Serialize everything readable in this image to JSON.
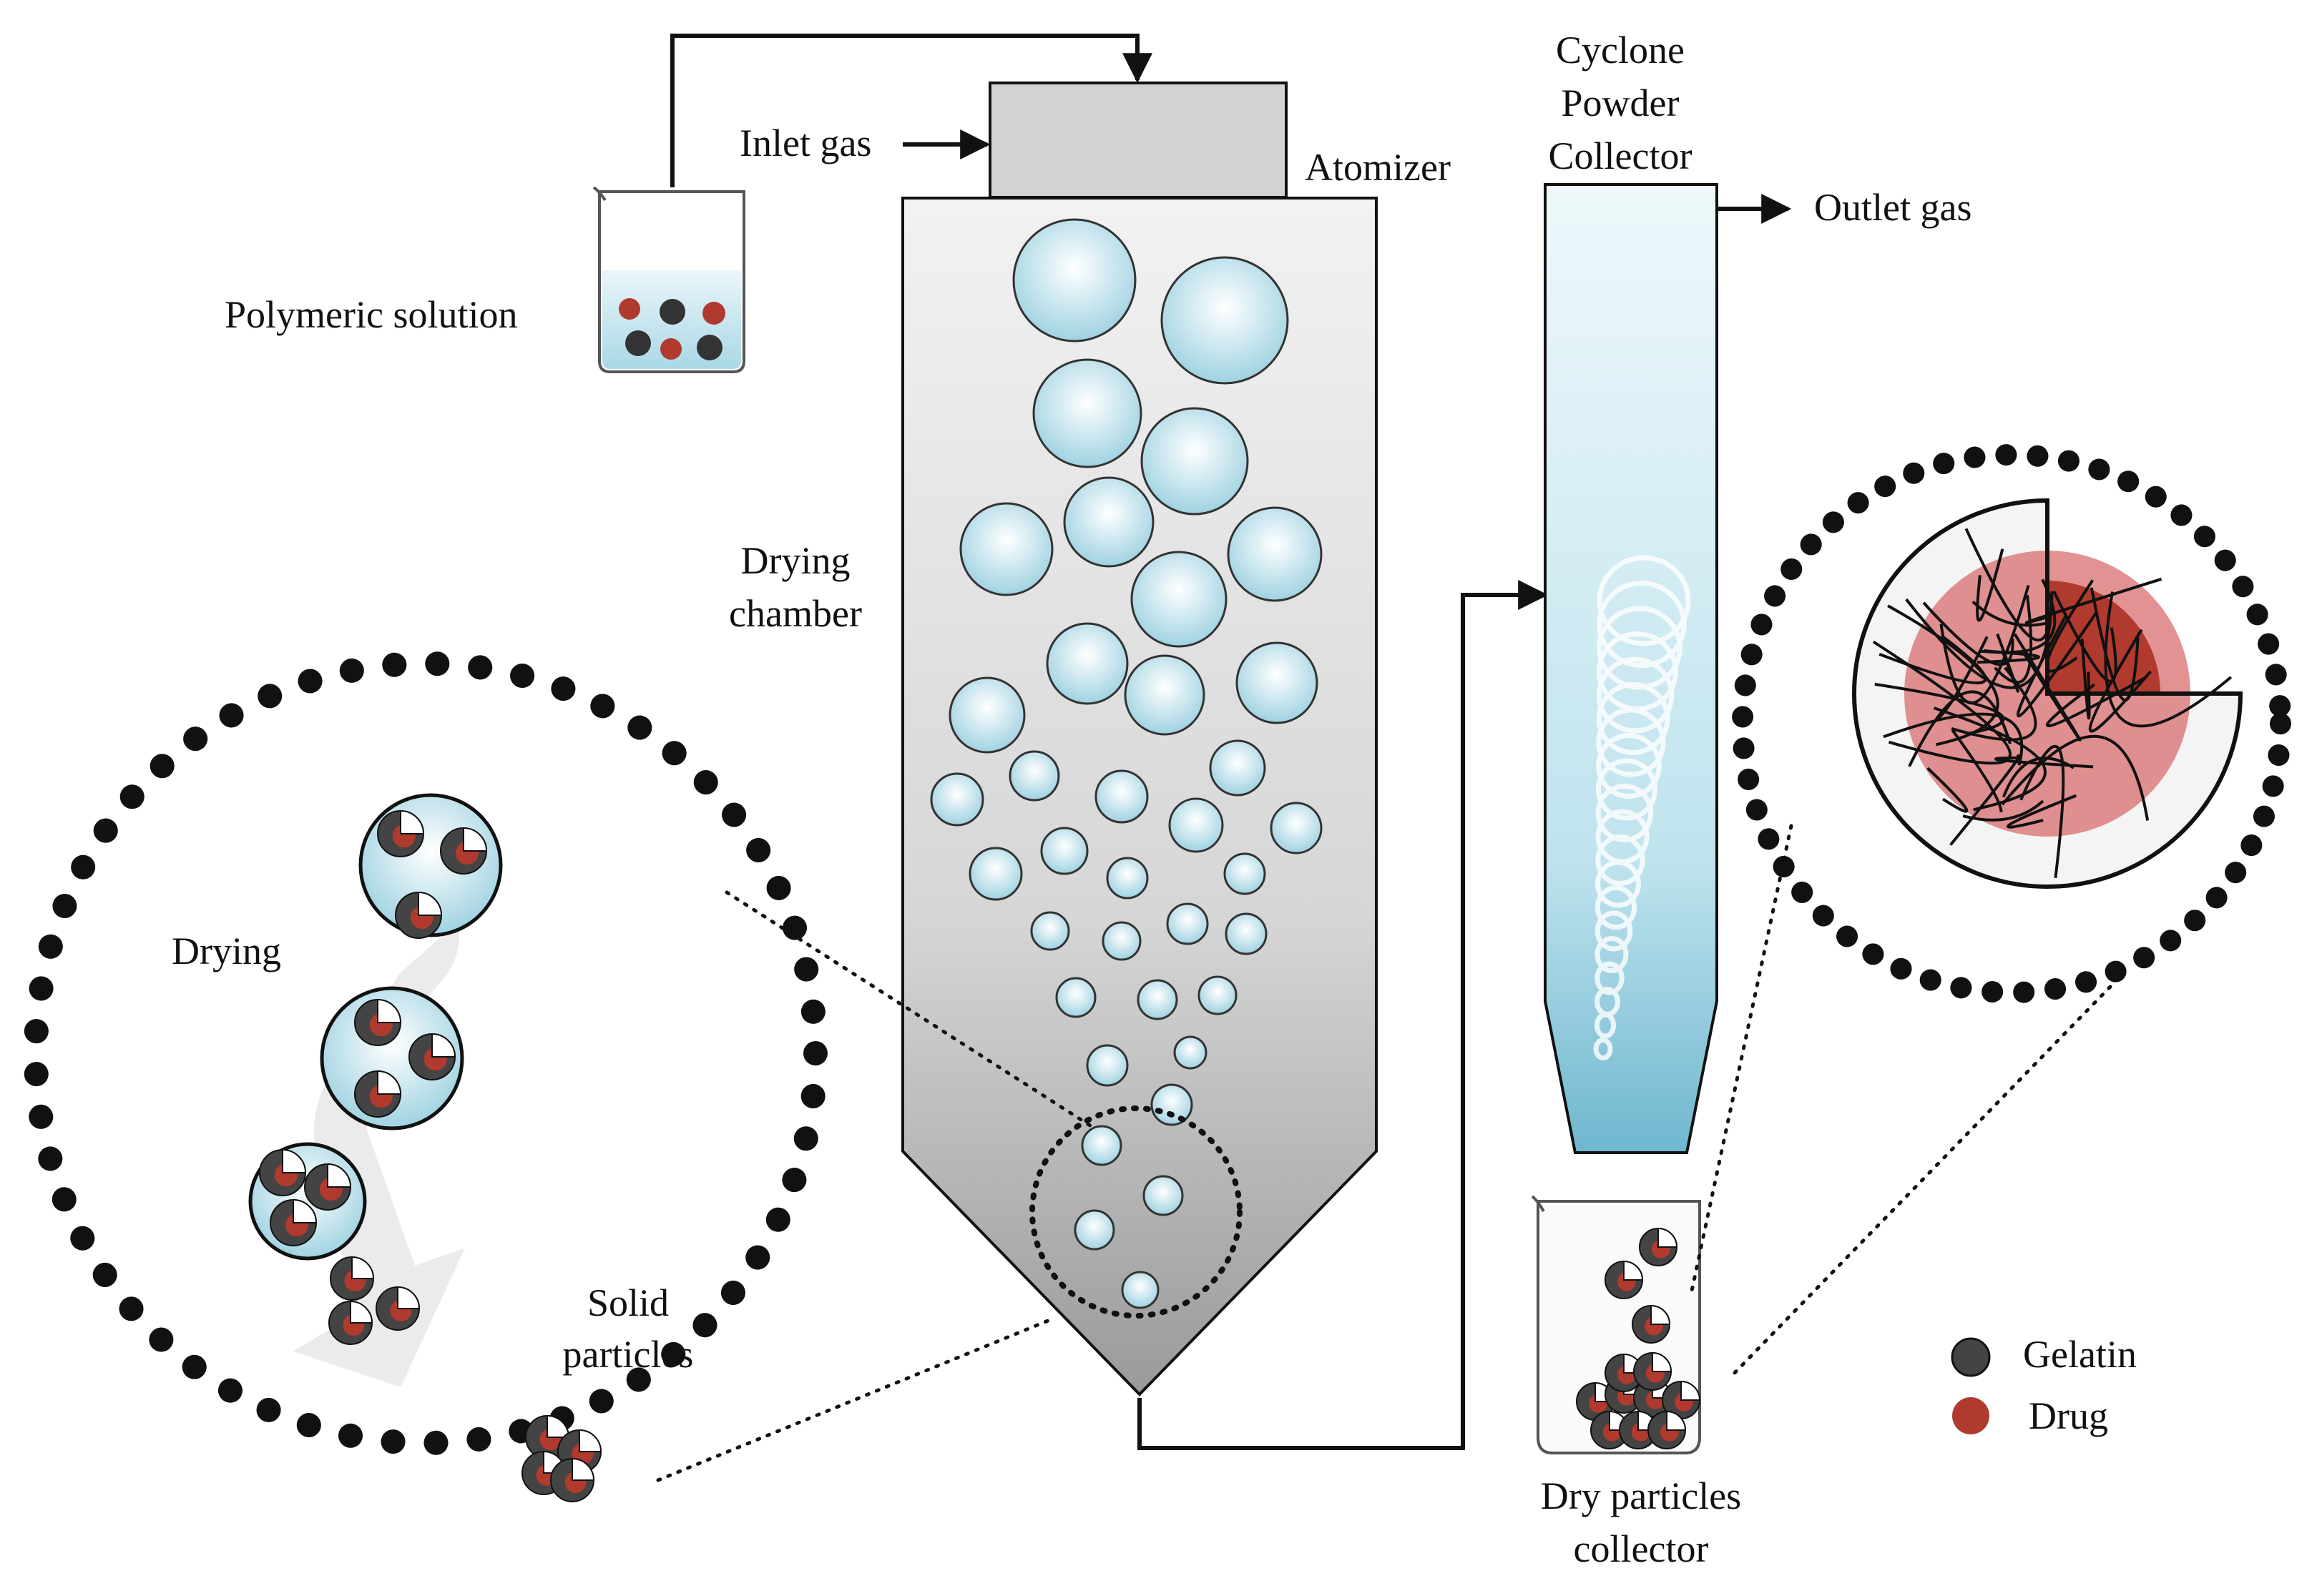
{
  "labels": {
    "inlet_gas": "Inlet gas",
    "atomizer": "Atomizer",
    "cyclone_line1": "Cyclone",
    "cyclone_line2": "Powder",
    "cyclone_line3": "Collector",
    "outlet_gas": "Outlet gas",
    "polymeric_solution": "Polymeric solution",
    "drying_chamber_line1": "Drying",
    "drying_chamber_line2": "chamber",
    "drying": "Drying",
    "solid_particles_line1": "Solid",
    "solid_particles_line2": "particles",
    "dry_collector_line1": "Dry particles",
    "dry_collector_line2": "collector"
  },
  "legend": {
    "gelatin": "Gelatin",
    "drug": "Drug"
  },
  "colors": {
    "drug": "#b03a2e",
    "droplet": "#bfe3ec",
    "chamber": "#c9c9c9",
    "cyclone": "#a9d7e6"
  }
}
